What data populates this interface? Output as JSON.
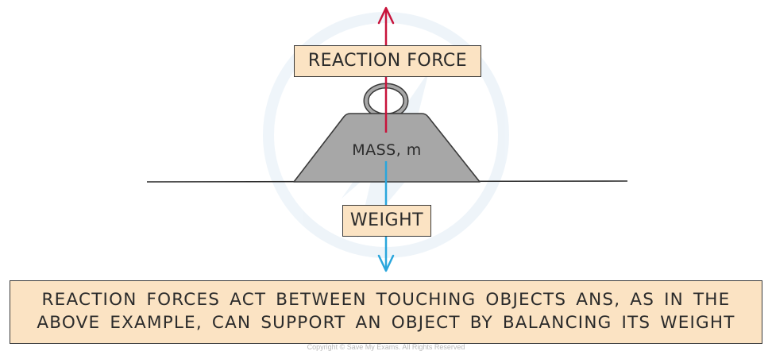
{
  "labels": {
    "reaction_force": "REACTION FORCE",
    "mass": "MASS, m",
    "weight": "WEIGHT"
  },
  "caption": {
    "line1": "REACTION FORCES ACT BETWEEN TOUCHING OBJECTS ANS, AS IN THE",
    "line2": "ABOVE EXAMPLE, CAN SUPPORT AN OBJECT BY BALANCING ITS WEIGHT"
  },
  "copyright": "Copyright © Save My Exams. All Rights Reserved",
  "colors": {
    "reaction_arrow": "#c8133b",
    "weight_arrow": "#2aa6dc",
    "label_fill": "#fbe3c3",
    "mass_fill": "#a7a7a7",
    "outline": "#3a3a3a"
  }
}
